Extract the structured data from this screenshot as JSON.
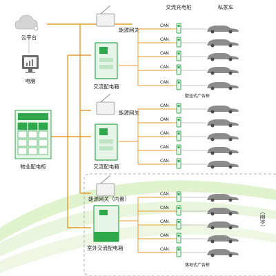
{
  "labels": {
    "header_chargers": "交流充电桩",
    "header_cars": "私家车",
    "cloud": "云平台",
    "computer": "电脑",
    "property_cabinet": "物业配电柜",
    "gateway_1": "能源网关",
    "ac_cabinet_1": "交流配电箱",
    "gateway_2": "能源网关",
    "ac_cabinet_2": "交流配电箱",
    "gateway_3": "能源网关（内置）",
    "ac_cabinet_outdoor": "室外交流配电箱",
    "wall_ad_pile": "壁挂式广告桩",
    "floor_ad_pile": "落地式广告桩",
    "outdoor": "（室外）"
  },
  "can_label": "CAN",
  "groups": [
    {
      "can_count": 5
    },
    {
      "can_count": 5
    },
    {
      "can_count": 5
    }
  ],
  "colors": {
    "bus_orange": "#e89a28",
    "device_green": "#2ea84a",
    "device_light": "#e7f5e9",
    "car_gray": "#8c8c8c",
    "text": "#222222",
    "divider_gray": "#bdbdbd",
    "dash_box": "#9a9a9a",
    "swoosh_green": "#c9e8a7"
  }
}
